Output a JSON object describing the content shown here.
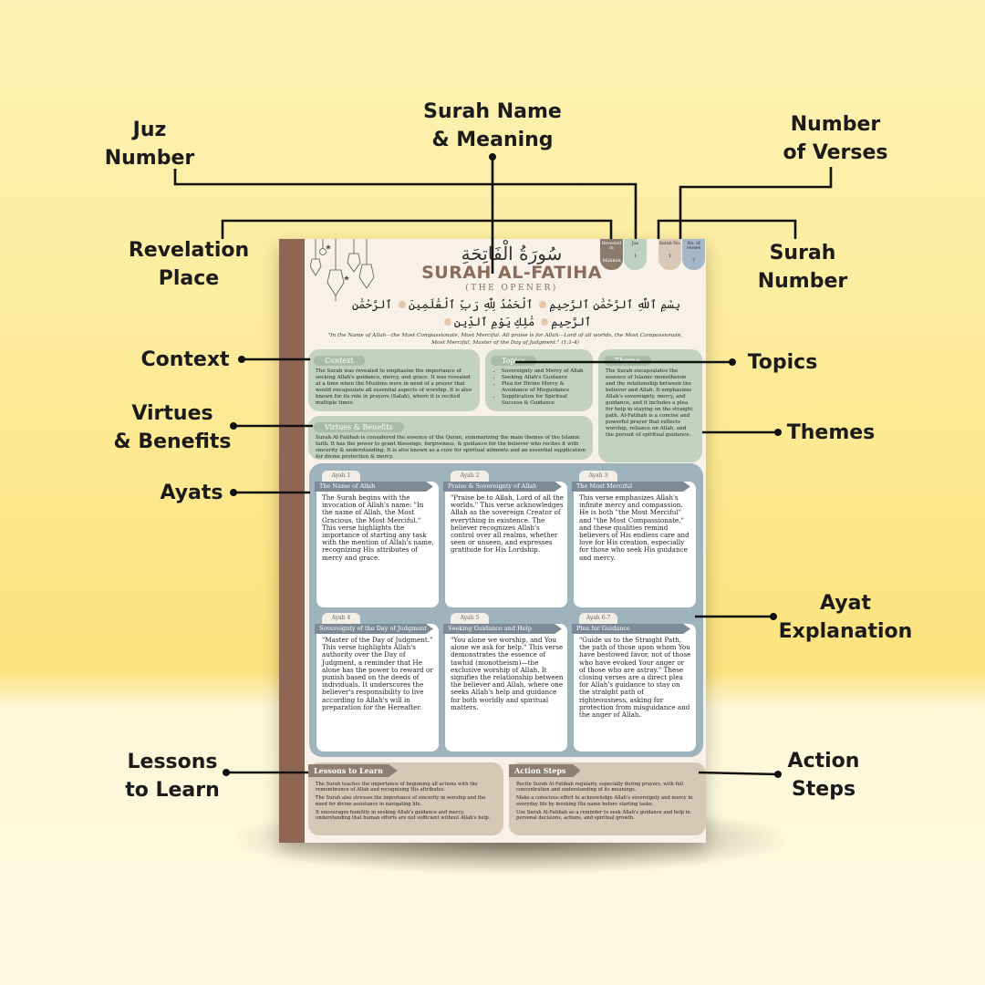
{
  "callouts": {
    "juz": "Juz\nNumber",
    "surah_name": "Surah Name\n& Meaning",
    "verses": "Number\nof Verses",
    "revelation": "Revelation\nPlace",
    "surah_number": "Surah\nNumber",
    "context": "Context",
    "topics": "Topics",
    "virtues": "Virtues\n& Benefits",
    "themes": "Themes",
    "ayats": "Ayats",
    "ayat_explanation": "Ayat\nExplanation",
    "lessons": "Lessons\nto Learn",
    "actions": "Action\nSteps"
  },
  "poster": {
    "arabic_title": "سُورَةُ الْفَاتِحَةِ",
    "title": "SURAH AL-FATIHA",
    "subtitle": "(THE OPENER)",
    "ayah_arabic_1": "بِسْمِ ٱللَّهِ ٱلرَّحْمَٰنِ ٱلرَّحِيمِ",
    "ayah_arabic_2": "ٱلْحَمْدُ لِلَّهِ رَبِّ ٱلْعَٰلَمِينَ",
    "ayah_arabic_3": "ٱلرَّحْمَٰنِ ٱلرَّحِيمِ",
    "ayah_arabic_4": "مَٰلِكِ يَوْمِ ٱلدِّينِ",
    "translation": "\"In the Name of Allah—the Most Compassionate, Most Merciful. All praise is for Allah—Lord of all worlds, the Most Compassionate, Most Merciful, Master of the Day of Judgment.\" (1:1-4)",
    "tabs": [
      {
        "label": "Revealed in",
        "value": "Makkah"
      },
      {
        "label": "Juz",
        "value": "1"
      },
      {
        "label": "Surah No.",
        "value": "1"
      },
      {
        "label": "No. of verses",
        "value": "7"
      }
    ],
    "context": {
      "title": "Context",
      "text": "The Surah was revealed to emphasize the importance of seeking Allah's guidance, mercy, and grace. It was revealed at a time when the Muslims were in need of a prayer that would encapsulate all essential aspects of worship. It is also known for its role in prayers (Salah), where it is recited multiple times."
    },
    "topics": {
      "title": "Topics",
      "items": [
        "Sovereignty and Mercy of Allah",
        "Seeking Allah's Guidance",
        "Plea for Divine Mercy & Avoidance of Misguidance",
        "Supplication for Spiritual Success & Guidance"
      ]
    },
    "theme": {
      "title": "Theme",
      "text": "The Surah encapsulates the essence of Islamic monotheism and the relationship between the believer and Allah. It emphasizes Allah's sovereignty, mercy, and guidance, and it includes a plea for help in staying on the straight path. Al-Fatihah is a concise and powerful prayer that reflects worship, reliance on Allah, and the pursuit of spiritual guidance."
    },
    "virtues": {
      "title": "Virtues & Benefits",
      "text": "Surah Al-Fatihah is considered the essence of the Quran, summarizing the main themes of the Islamic faith. It has the power to grant blessings, forgiveness, & guidance for the believer who recites it with sincerity & understanding. It is also known as a cure for spiritual ailments and an essential supplication for divine protection & mercy."
    },
    "ayat_cards": [
      {
        "label": "Ayah 1",
        "title": "The Name of Allah",
        "text": "The Surah begins with the invocation of Allah's name: \"In the name of Allah, the Most Gracious, the Most Merciful.\" This verse highlights the importance of starting any task with the mention of Allah's name, recognizing His attributes of mercy and grace."
      },
      {
        "label": "Ayah 2",
        "title": "Praise & Sovereignty of Allah",
        "text": "\"Praise be to Allah, Lord of all the worlds.\" This verse acknowledges Allah as the sovereign Creator of everything in existence. The believer recognizes Allah's control over all realms, whether seen or unseen, and expresses gratitude for His Lordship."
      },
      {
        "label": "Ayah 3",
        "title": "The Most Merciful",
        "text": "This verse emphasizes Allah's infinite mercy and compassion. He is both \"the Most Merciful\" and \"the Most Compassionate,\" and these qualities remind believers of His endless care and love for His creation, especially for those who seek His guidance and mercy."
      },
      {
        "label": "Ayah 4",
        "title": "Sovereignty of the Day of Judgment",
        "text": "\"Master of the Day of Judgment.\" This verse highlights Allah's authority over the Day of Judgment, a reminder that He alone has the power to reward or punish based on the deeds of individuals. It underscores the believer's responsibility to live according to Allah's will in preparation for the Hereafter."
      },
      {
        "label": "Ayah 5",
        "title": "Seeking Guidance and Help",
        "text": "\"You alone we worship, and You alone we ask for help.\" This verse demonstrates the essence of tawhid (monotheism)—the exclusive worship of Allah. It signifies the relationship between the believer and Allah, where one seeks Allah's help and guidance for both worldly and spiritual matters."
      },
      {
        "label": "Ayah 6-7",
        "title": "Plea for Guidance",
        "text": "\"Guide us to the Straight Path, the path of those upon whom You have bestowed favor, not of those who have evoked Your anger or of those who are astray.\" These closing verses are a direct plea for Allah's guidance to stay on the straight path of righteousness, asking for protection from misguidance and the anger of Allah."
      }
    ],
    "lessons": {
      "title": "Lessons to Learn",
      "items": [
        "The Surah teaches the importance of beginning all actions with the remembrance of Allah and recognizing His attributes.",
        "The Surah also stresses the importance of sincerity in worship and the need for divine assistance in navigating life.",
        "It encourages humility in seeking Allah's guidance and mercy, understanding that human efforts are not sufficient without Allah's help."
      ]
    },
    "actions": {
      "title": "Action Steps",
      "items": [
        "Recite Surah Al-Fatihah regularly, especially during prayers, with full concentration and understanding of its meanings.",
        "Make a conscious effort to acknowledge Allah's sovereignty and mercy in everyday life by invoking His name before starting tasks.",
        "Use Surah Al-Fatihah as a reminder to seek Allah's guidance and help in personal decisions, actions, and spiritual growth."
      ]
    }
  }
}
